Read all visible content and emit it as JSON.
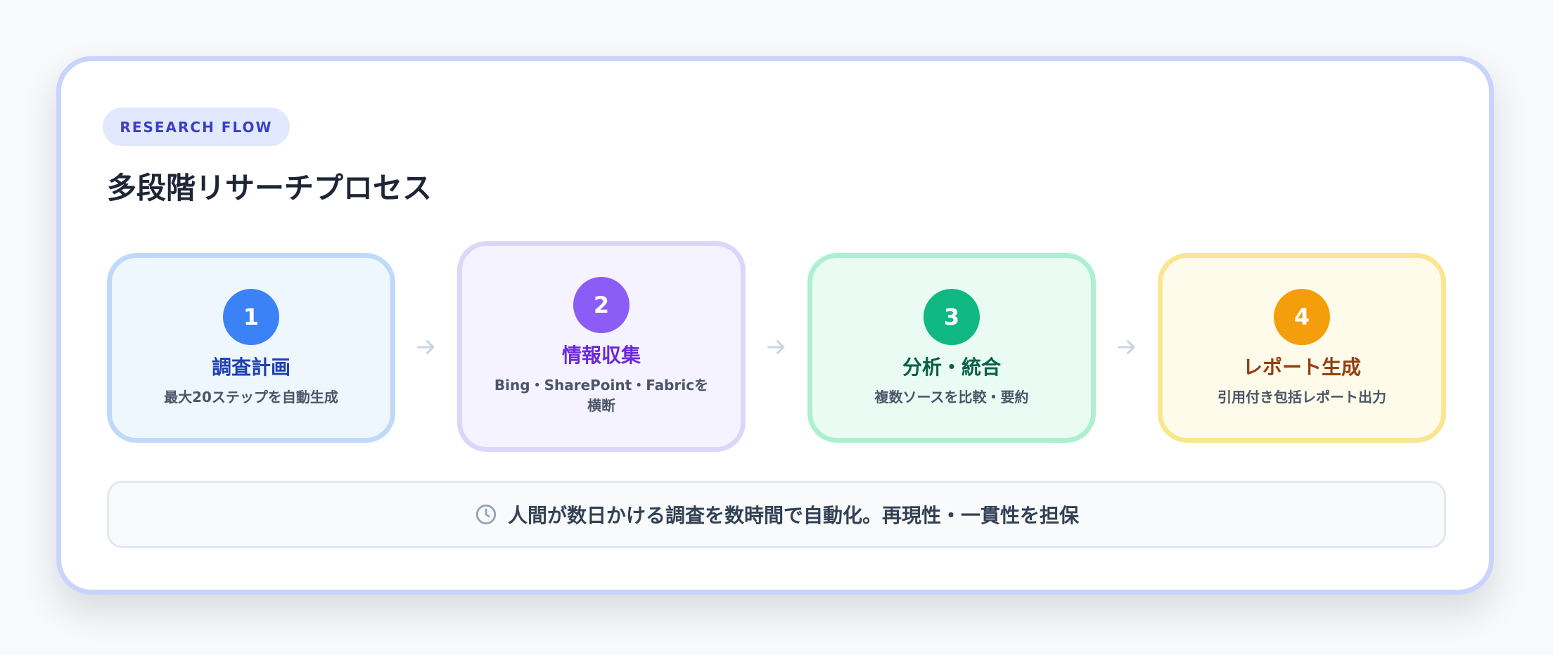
{
  "badge": "RESEARCH FLOW",
  "title": "多段階リサーチプロセス",
  "steps": [
    {
      "number": "1",
      "title": "調査計画",
      "desc": "最大20ステップを自動生成"
    },
    {
      "number": "2",
      "title": "情報収集",
      "desc": "Bing・SharePoint・Fabricを横断"
    },
    {
      "number": "3",
      "title": "分析・統合",
      "desc": "複数ソースを比較・要約"
    },
    {
      "number": "4",
      "title": "レポート生成",
      "desc": "引用付き包括レポート出力"
    }
  ],
  "footer": {
    "icon": "clock-icon",
    "text": "人間が数日かける調査を数時間で自動化。再現性・一貫性を担保"
  },
  "colors": {
    "step1": "#3b82f6",
    "step2": "#8b5cf6",
    "step3": "#10b981",
    "step4": "#f59e0b",
    "arrow": "#cbd5e1"
  }
}
